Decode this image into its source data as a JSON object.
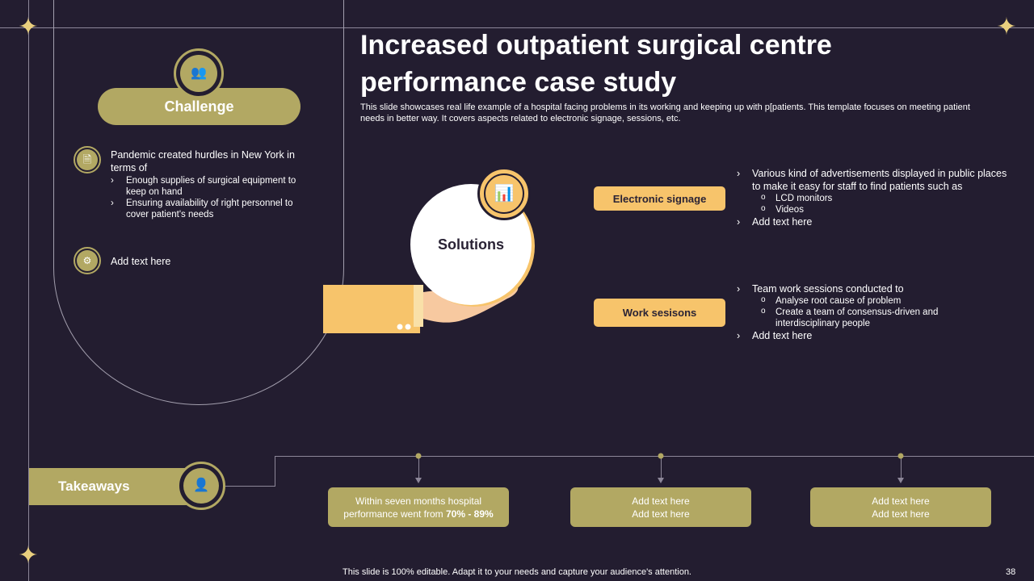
{
  "title": "Increased outpatient surgical centre performance case study",
  "subtitle": "This slide showcases real life example of a hospital facing problems in its working and keeping up with p[patients. This template focuses on meeting patient needs in better way. It covers aspects related to electronic signage, sessions, etc.",
  "challenge": {
    "label": "Challenge",
    "icon": "team-icon",
    "point1": {
      "icon": "document-icon",
      "text": "Pandemic created hurdles in New York in terms of",
      "bullets": [
        "Enough supplies of surgical equipment to keep on hand",
        "Ensuring availability of right personnel to cover patient's needs"
      ]
    },
    "point2": {
      "icon": "group-settings-icon",
      "text": "Add text here"
    }
  },
  "solutions": {
    "label": "Solutions",
    "icon": "team-chart-icon",
    "items": [
      {
        "tag": "Electronic signage",
        "bullet": "Various kind of advertisements  displayed in public places to make it easy for staff to find patients such as",
        "subs": [
          "LCD monitors",
          "Videos"
        ],
        "extra": "Add text here"
      },
      {
        "tag": "Work sesisons",
        "bullet": "Team work sessions conducted to",
        "subs": [
          "Analyse root cause of problem",
          "Create a team of consensus-driven and interdisciplinary people"
        ],
        "extra": "Add text here"
      }
    ]
  },
  "takeaways": {
    "label": "Takeaways",
    "icon": "person-growth-icon",
    "boxes": [
      {
        "line1": "Within seven  months hospital",
        "line2_prefix": "performance  went from ",
        "line2_bold": "70% - 89%"
      },
      {
        "line1": "Add text here",
        "line2": "Add text here"
      },
      {
        "line1": "Add text here",
        "line2": "Add text here"
      }
    ]
  },
  "footer": "This slide is 100% editable. Adapt it to your needs and capture your audience's attention.",
  "page_number": "38",
  "colors": {
    "background": "#231d30",
    "olive": "#b2a863",
    "gold": "#f7c46b",
    "line": "#8d8799"
  }
}
